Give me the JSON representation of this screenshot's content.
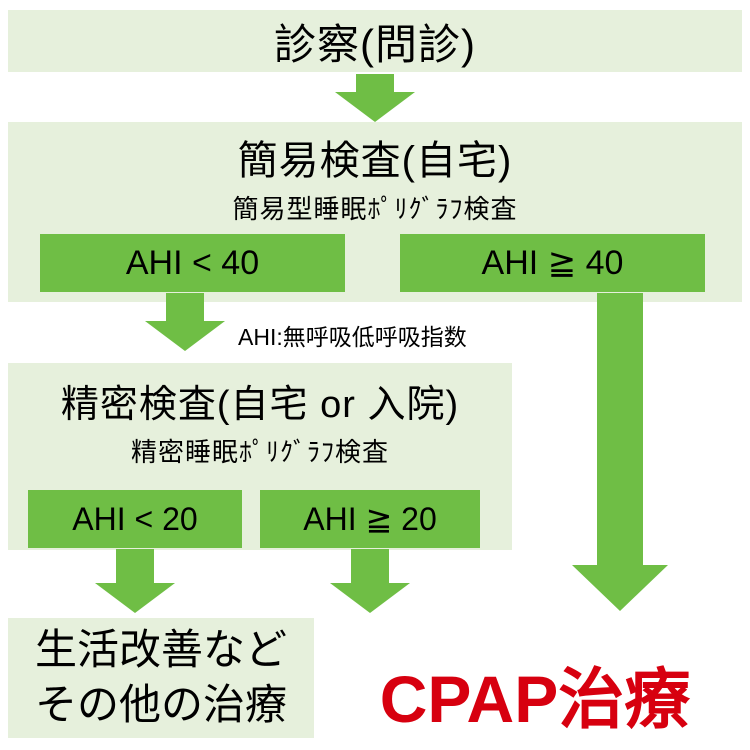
{
  "step1": {
    "title": "診察(問診)"
  },
  "step2": {
    "title": "簡易検査(自宅)",
    "subtitle": "簡易型睡眠ﾎﾟﾘｸﾞﾗﾌ検査",
    "branch_low": "AHI < 40",
    "branch_high": "AHI ≧ 40"
  },
  "ahi_note": "AHI:無呼吸低呼吸指数",
  "step3": {
    "title": "精密検査(自宅 or 入院)",
    "subtitle": "精密睡眠ﾎﾟﾘｸﾞﾗﾌ検査",
    "branch_low": "AHI < 20",
    "branch_high": "AHI ≧ 20"
  },
  "outcome_other": {
    "line1": "生活改善など",
    "line2": "その他の治療"
  },
  "outcome_cpap": {
    "label": "CPAP治療"
  },
  "colors": {
    "light_green": "#e6f0dc",
    "green": "#6fbe45",
    "red": "#d7000f",
    "text": "#000000"
  }
}
